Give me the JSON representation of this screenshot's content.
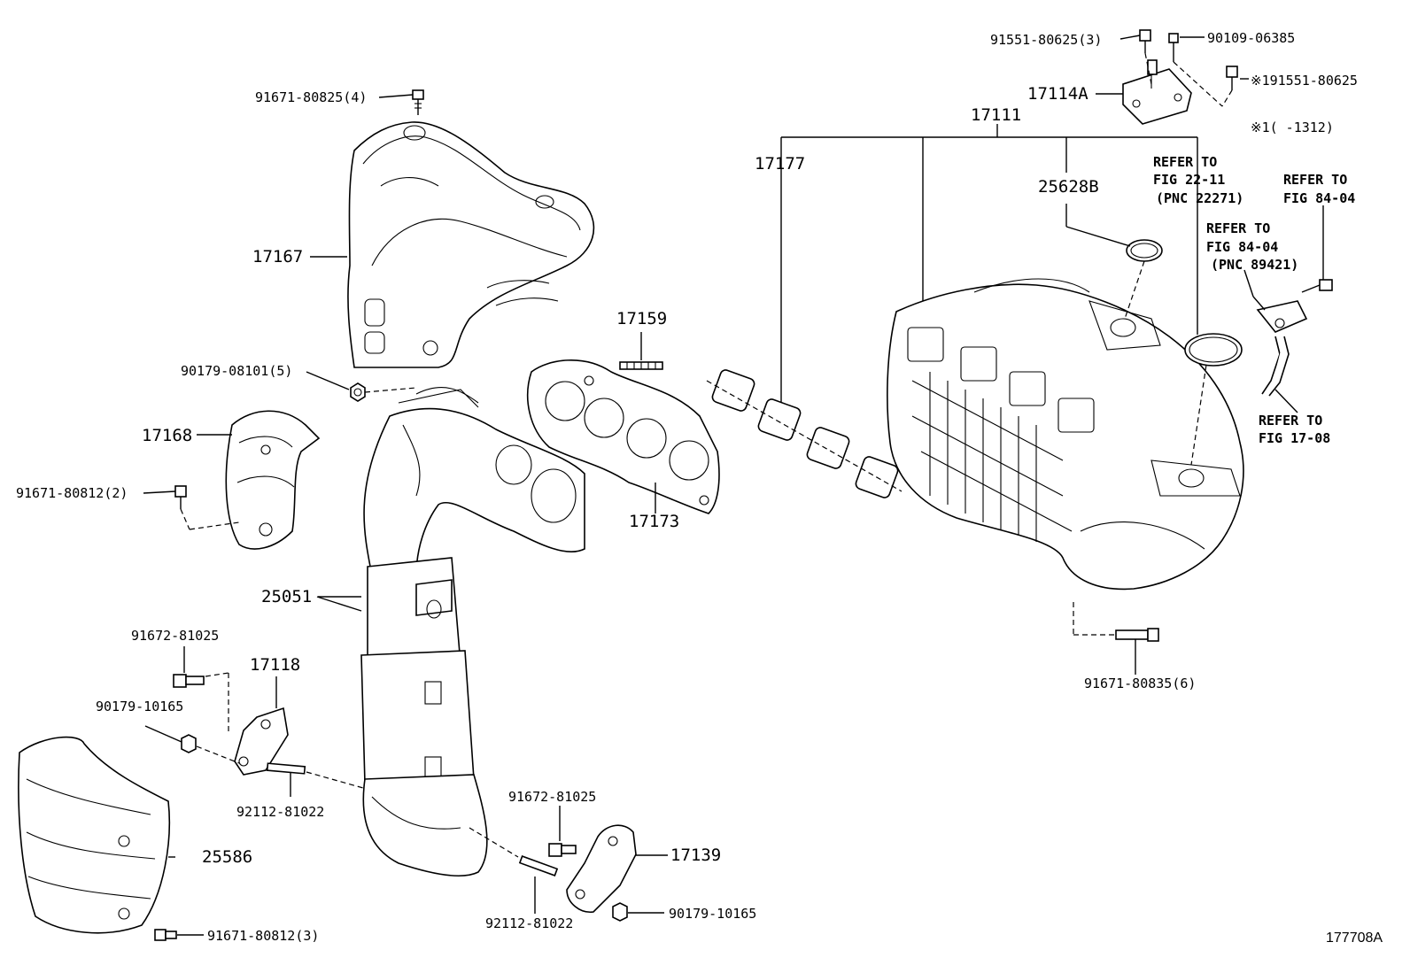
{
  "diagram": {
    "illustration_id": "177708A",
    "labels": {
      "p91551_80625_3": "91551-80625(3)",
      "p90109_06385": "90109-06385",
      "p191551_80625": "※191551-80625",
      "p17114A": "17114A",
      "p17111": "17111",
      "note_1312": "※1(    -1312)",
      "p91671_80825_4": "91671-80825(4)",
      "p17177": "17177",
      "ref_fig_22_11_a": "REFER TO",
      "ref_fig_22_11_b": "FIG 22-11",
      "ref_fig_22_11_c": "(PNC 22271)",
      "ref_fig_84_04_top_a": "REFER TO",
      "ref_fig_84_04_top_b": "FIG 84-04",
      "p25628B": "25628B",
      "ref_fig_84_04_mid_a": "REFER TO",
      "ref_fig_84_04_mid_b": "FIG 84-04",
      "ref_fig_84_04_mid_c": "(PNC 89421)",
      "p17167": "17167",
      "p17159": "17159",
      "p90179_08101_5": "90179-08101(5)",
      "ref_fig_17_08_a": "REFER TO",
      "ref_fig_17_08_b": "FIG 17-08",
      "p17168": "17168",
      "p91671_80812_2": "91671-80812(2)",
      "p17173": "17173",
      "p25051": "25051",
      "p91672_81025_a": "91672-81025",
      "p17118": "17118",
      "p91671_80835_6": "91671-80835(6)",
      "p90179_10165_a": "90179-10165",
      "p92112_81022_a": "92112-81022",
      "p91672_81025_b": "91672-81025",
      "p25586": "25586",
      "p17139": "17139",
      "p90179_10165_b": "90179-10165",
      "p92112_81022_b": "92112-81022",
      "p91671_80812_3": "91671-80812(3)"
    }
  }
}
